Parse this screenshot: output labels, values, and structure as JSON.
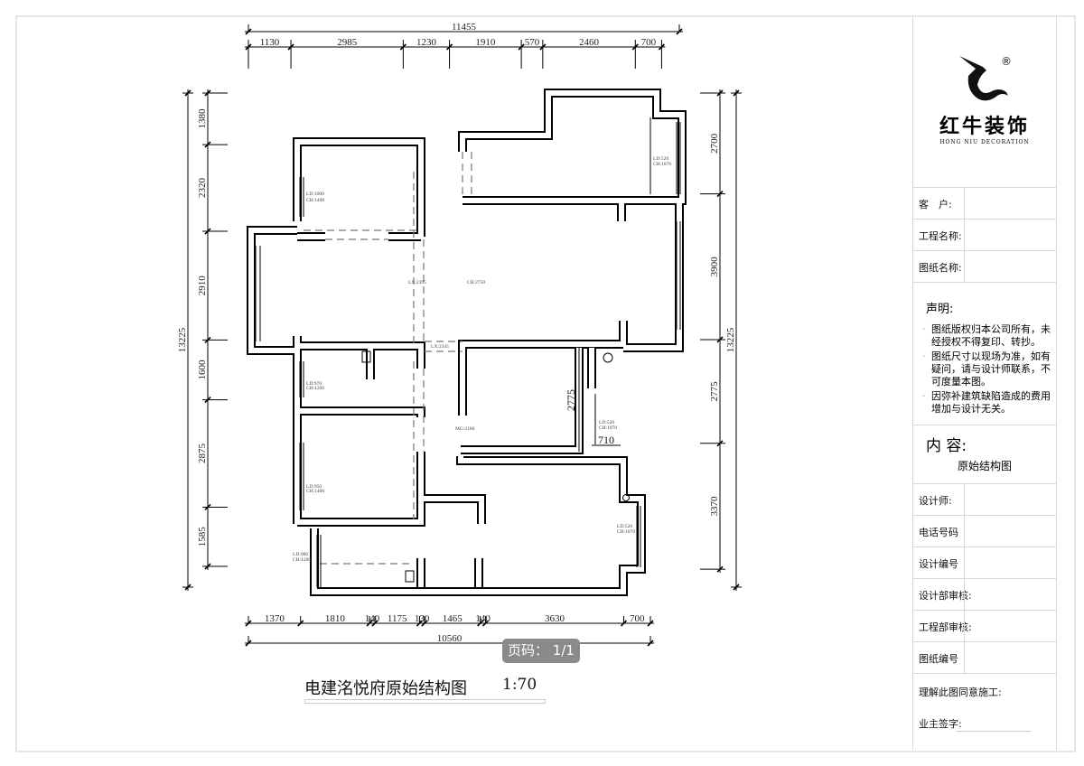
{
  "drawing": {
    "title": "电建洺悦府原始结构图",
    "scale": "1:70",
    "page_badge": "页码： 1/1",
    "dimensions": {
      "top_total": "11455",
      "top_chain": [
        "1130",
        "2985",
        "1230",
        "1910",
        "570",
        "2460",
        "700"
      ],
      "bottom_total": "10560",
      "bottom_chain": [
        "1370",
        "1810",
        "140",
        "1175",
        "130",
        "1465",
        "140",
        "3630",
        "700"
      ],
      "left_total": "13225",
      "left_chain": [
        "1380",
        "2320",
        "2910",
        "1600",
        "2875",
        "1585"
      ],
      "right_total": "13225",
      "right_chain": [
        "2700",
        "3900",
        "2775",
        "3370"
      ],
      "inner_2775": "2775",
      "inner_710": "710"
    },
    "labels": {
      "bed1_ld": "LD:1000",
      "bed1_ch": "CH:1400",
      "lx1": "LX:2395",
      "ch_main": "CH:2750",
      "lx2": "LX:2345",
      "bed2_ld": "LD:970",
      "bed2_ch": "CH:1200",
      "mg": "MG:2180",
      "bed3_ld": "LD:950",
      "bed3_ch": "CH:1400",
      "bot_ld": "LD:980",
      "bot_ch": "CH:1200",
      "tr_ld": "LD:520",
      "tr_ch": "CH:1870",
      "bath_ld": "LD:520",
      "bath_ch": "CH:1870",
      "br_ld": "LD:520",
      "br_ch": "CH:1870"
    }
  },
  "title_block": {
    "logo_text": "红牛装饰",
    "logo_sub": "HONG NIU DECORATION",
    "logo_mark": "®",
    "client": "客　户:",
    "project": "工程名称:",
    "drawing_name": "图纸名称:",
    "declaration_title": "声明:",
    "declarations": [
      "图纸版权归本公司所有，未经授权不得复印、转抄。",
      "图纸尺寸以现场为准，如有疑问，请与设计师联系，不可度量本图。",
      "因弥补建筑缺陷造成的费用增加与设计无关。"
    ],
    "content_title": "内 容:",
    "content_value": "原始结构图",
    "designer": "设计师:",
    "phone": "电话号码",
    "design_no": "设计编号",
    "design_review": "设计部审核:",
    "eng_review": "工程部审核:",
    "drawing_no": "图纸编号",
    "agree": "理解此图同意施工:",
    "owner_sign": "业主签字:"
  }
}
